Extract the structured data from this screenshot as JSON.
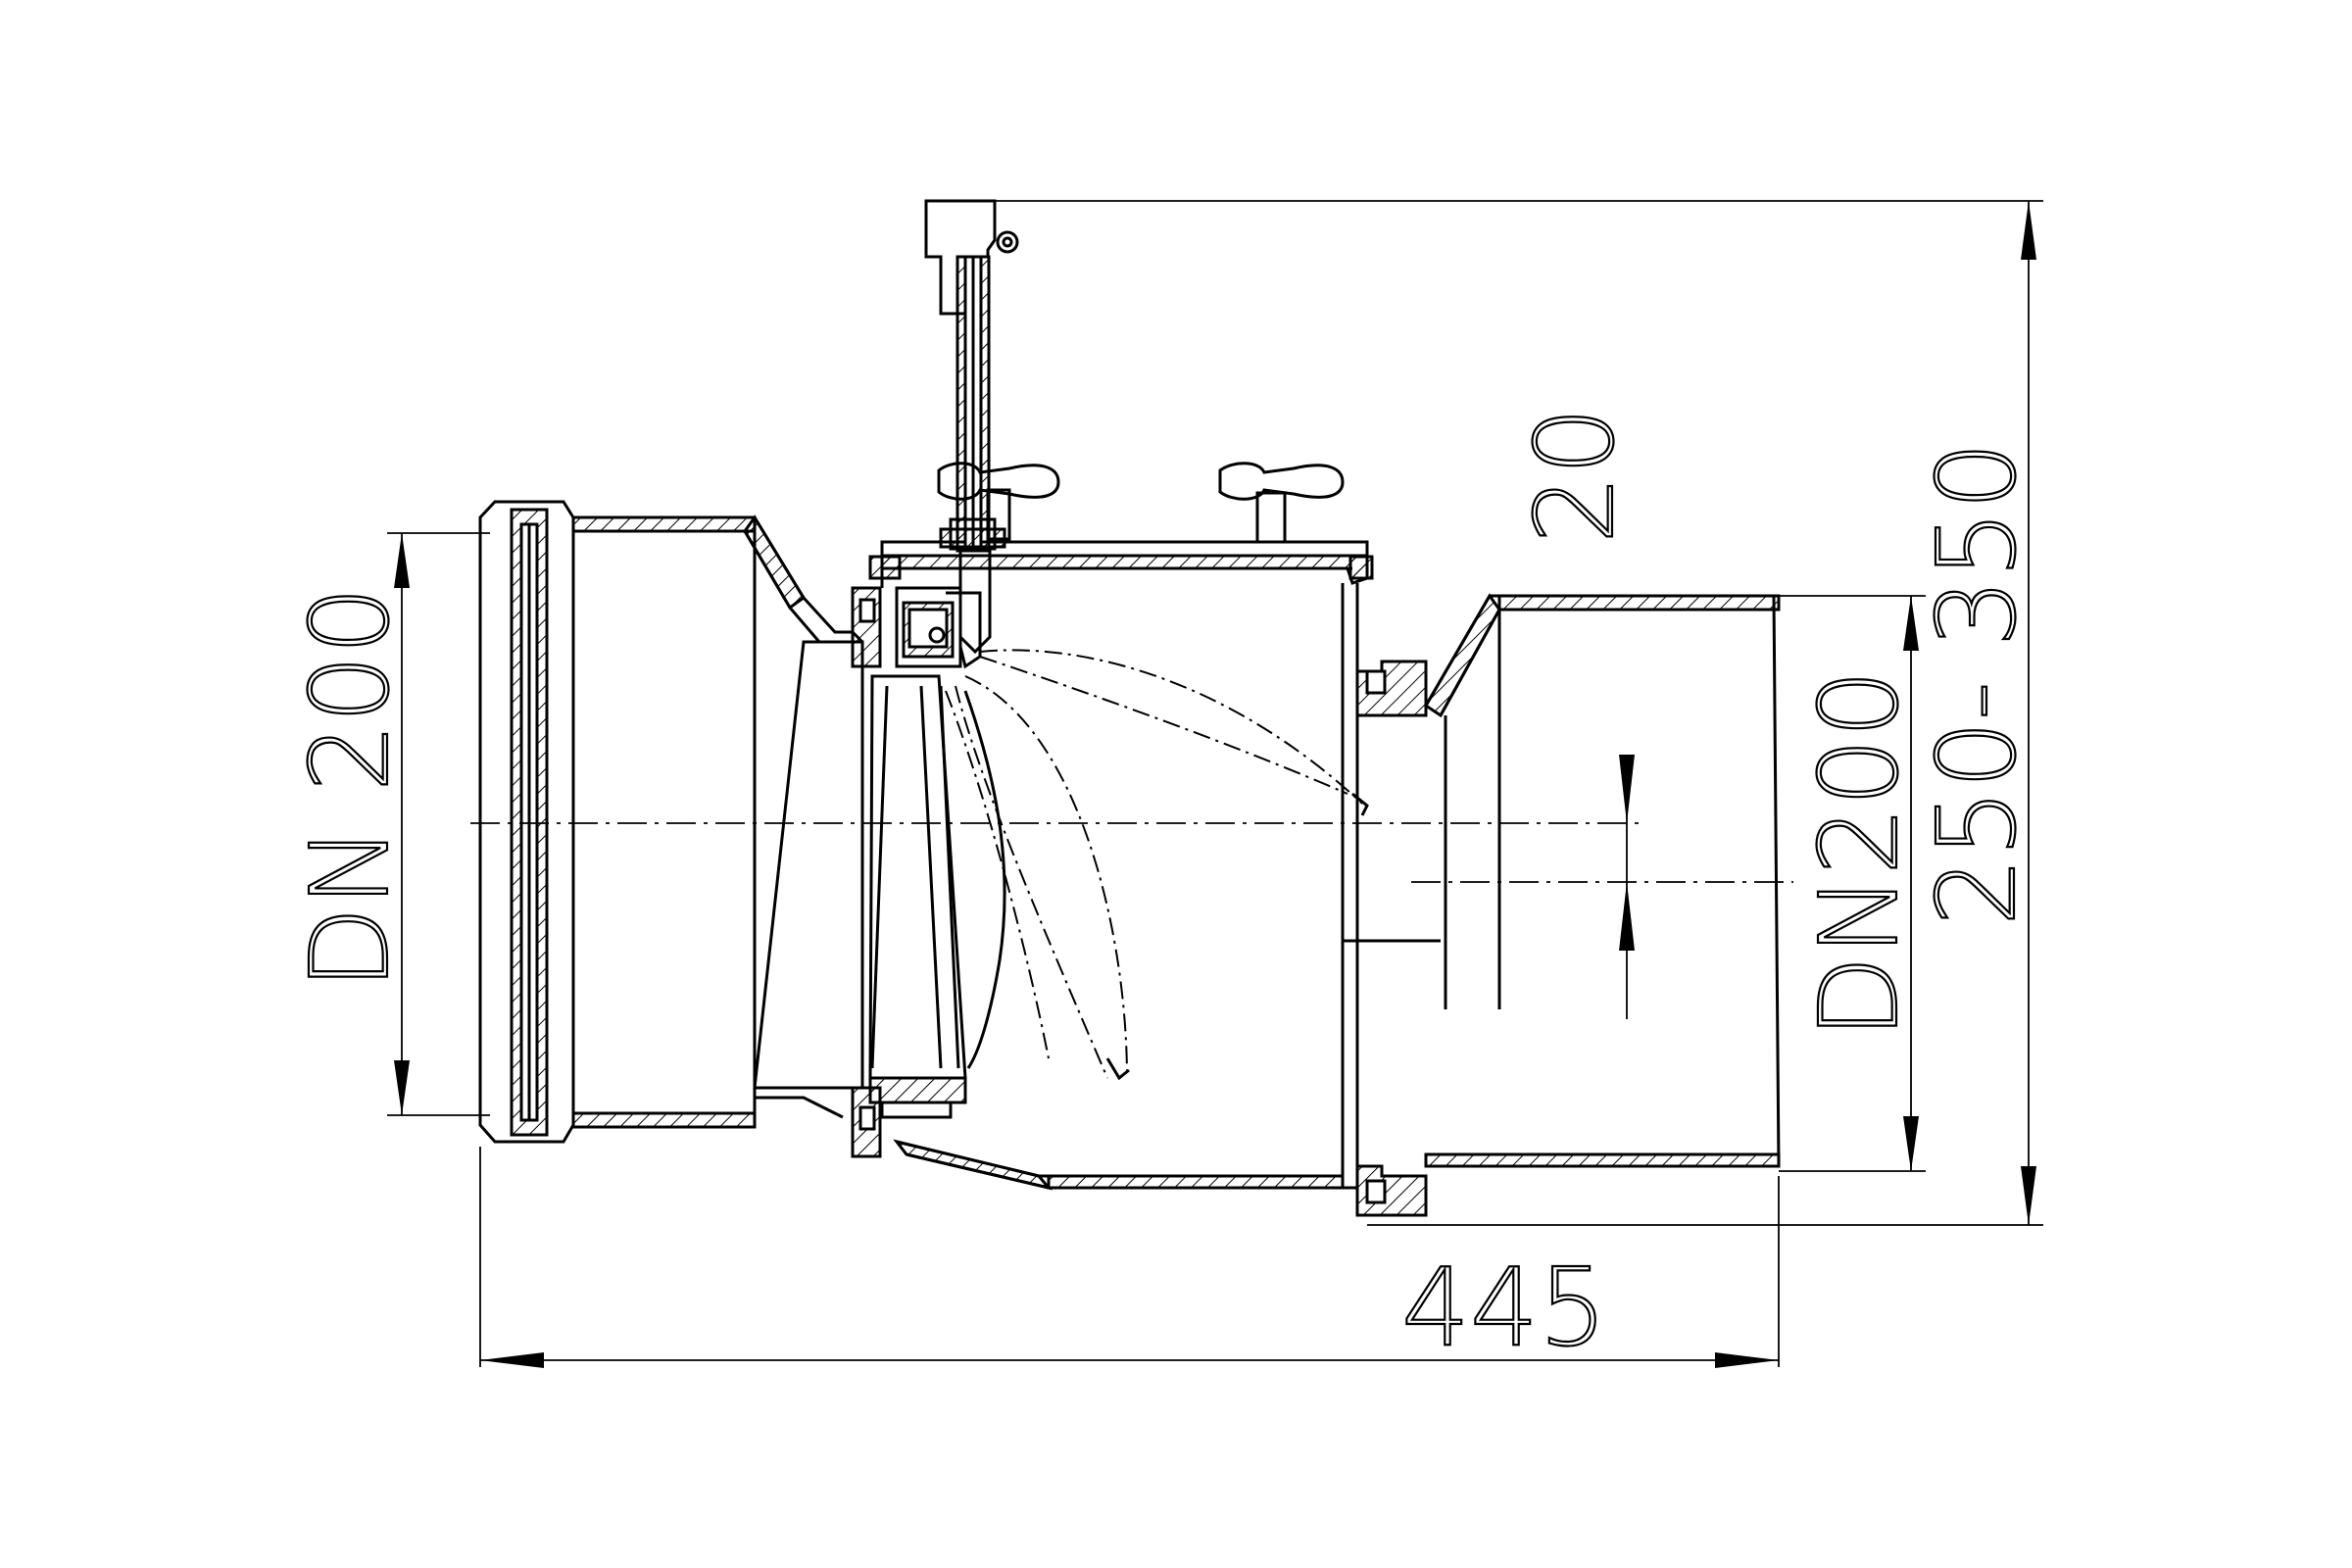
{
  "dimensions": {
    "inlet_diameter": "DN 200",
    "outlet_diameter": "DN200",
    "overall_length": "445",
    "height_range": "250- 350",
    "offset": "20"
  },
  "colors": {
    "line": "#000000",
    "background": "#ffffff"
  }
}
